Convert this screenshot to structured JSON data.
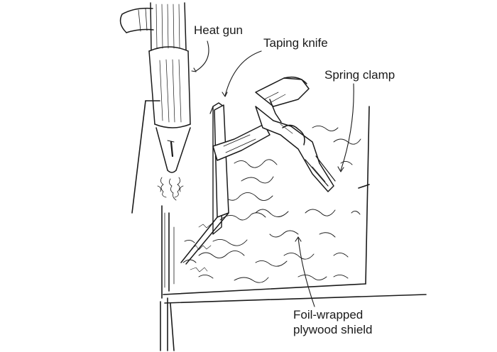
{
  "labels": {
    "heat_gun": "Heat gun",
    "taping_knife": "Taping knife",
    "spring_clamp": "Spring clamp",
    "shield_line1": "Foil-wrapped",
    "shield_line2": "plywood shield"
  },
  "colors": {
    "ink": "#1a1a1a",
    "paper": "#ffffff"
  }
}
